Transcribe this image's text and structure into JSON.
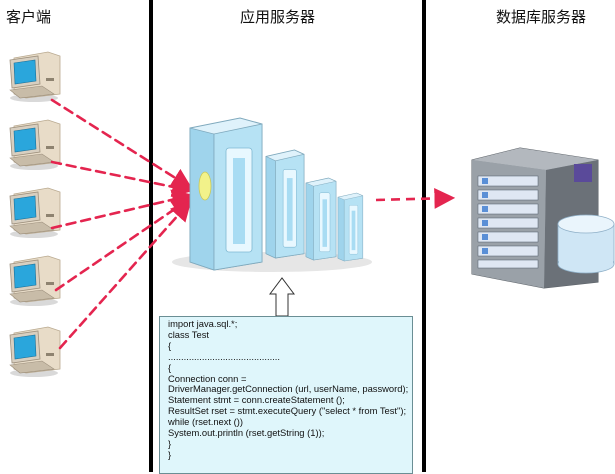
{
  "headers": {
    "client": "客户端",
    "app_server": "应用服务器",
    "db_server": "数据库服务器"
  },
  "code": {
    "lines": [
      "import java.sql.*;",
      "class Test",
      "{",
      "...........................................",
      "{",
      "Connection conn =",
      "DriverManager.getConnection (url, userName, password);",
      "Statement stmt = conn.createStatement ();",
      "ResultSet rset = stmt.executeQuery (\"select * from Test\");",
      "while (rset.next ())",
      "System.out.println (rset.getString (1));",
      "}",
      "}"
    ]
  },
  "colors": {
    "connection_arrow": "#e4254f",
    "divider": "#000000",
    "code_box_bg": "#dff6fb",
    "server_body": "#b6e2f4",
    "server_accent": "#f2f28a",
    "db_cylinder": "#cfe6f5"
  },
  "icons": {
    "client": "desktop-computer-icon",
    "app_server": "server-tower-icon",
    "db_server": "rack-server-icon",
    "database": "database-cylinder-icon"
  }
}
